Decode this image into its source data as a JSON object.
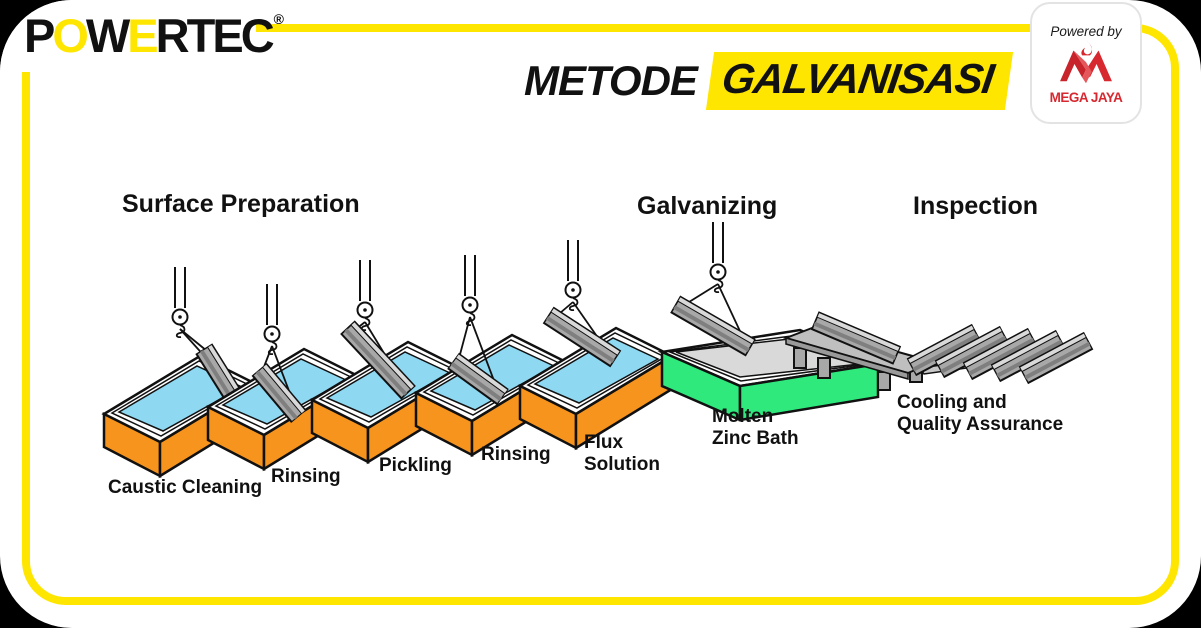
{
  "colors": {
    "accent_yellow": "#FFE600",
    "tank_orange": "#F7941E",
    "water_blue": "#8ED8F2",
    "zinc_green": "#2FE97D",
    "steel_gray": "#A8A8A8",
    "steel_light": "#D9D9D9",
    "steel_dark": "#7F7F7F",
    "brand_red": "#D7282F",
    "outline": "#111111"
  },
  "logo": {
    "letters": [
      "P",
      "O",
      "W",
      "E",
      "R",
      "T",
      "E",
      "C"
    ],
    "registered": "®"
  },
  "title": {
    "prefix": "METODE",
    "highlight": "GALVANISASI"
  },
  "powered_card": {
    "powered_by": "Powered by",
    "brand": "MEGA JAYA"
  },
  "sections": {
    "surface_preparation": "Surface Preparation",
    "galvanizing": "Galvanizing",
    "inspection": "Inspection"
  },
  "stations": [
    {
      "label": "Caustic Cleaning"
    },
    {
      "label": "Rinsing"
    },
    {
      "label": "Pickling"
    },
    {
      "label": "Rinsing"
    },
    {
      "label_line1": "Flux",
      "label_line2": "Solution"
    },
    {
      "label_line1": "Molten",
      "label_line2": "Zinc Bath"
    },
    {
      "label_line1": "Cooling and",
      "label_line2": "Quality Assurance"
    }
  ]
}
